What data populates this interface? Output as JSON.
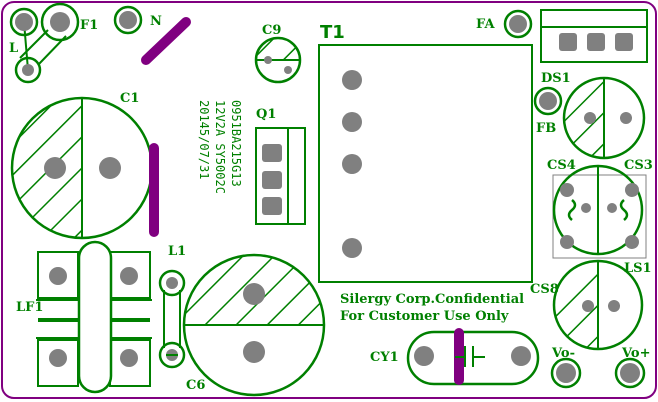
{
  "colors": {
    "silkscreen": "#008000",
    "outline": "#800080",
    "pad": "#808080"
  },
  "labels": {
    "F1": "F1",
    "L": "L",
    "N": "N",
    "C9": "C9",
    "T1": "T1",
    "FA": "FA",
    "DS1": "DS1",
    "FB": "FB",
    "CS4": "CS4",
    "CS3": "CS3",
    "LS1": "LS1",
    "CS8": "CS8",
    "Vo_minus": "Vo-",
    "Vo_plus": "Vo+",
    "C1": "C1",
    "Q1": "Q1",
    "LF1": "LF1",
    "L1": "L1",
    "C6": "C6",
    "CY1": "CY1"
  },
  "marking": {
    "line1": "0951BA215G13",
    "line2": "12V2A SY5002C",
    "line3": "20145/07/31"
  },
  "notice": {
    "line1": "Silergy Corp.Confidential",
    "line2": "For Customer Use Only"
  }
}
